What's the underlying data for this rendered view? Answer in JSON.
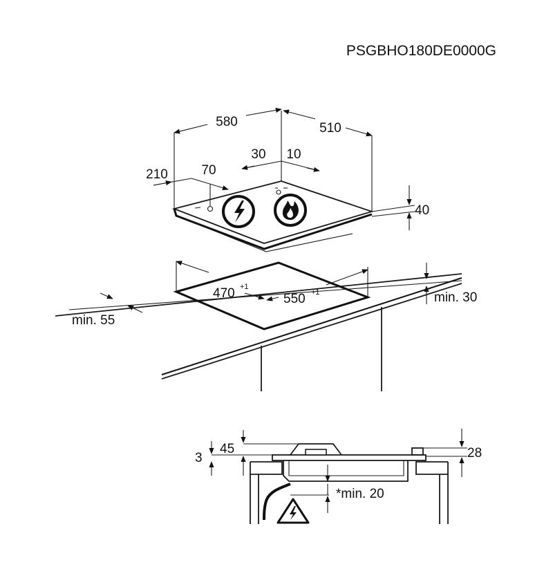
{
  "model_code": "PSGBHO180DE0000G",
  "hob_dimensions": {
    "width": "580",
    "depth": "510",
    "height": "40",
    "burner_left_offset": "30",
    "burner_right_offset": "10",
    "control_offset_side": "210",
    "control_offset": "70"
  },
  "cutout_dimensions": {
    "depth": "470",
    "depth_tolerance": "+1",
    "width": "550",
    "width_tolerance": "+1",
    "min_front_distance": "min. 55",
    "min_worktop_thickness": "min. 30"
  },
  "section_dimensions": {
    "left_clearance": "3",
    "left_offset": "45",
    "right_height": "28",
    "min_below": "*min. 20"
  },
  "icons": [
    "electric-warning-icon",
    "gas-flame-icon",
    "electric-hazard-triangle-icon"
  ]
}
